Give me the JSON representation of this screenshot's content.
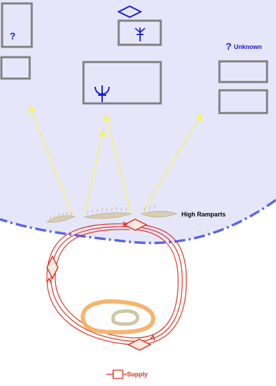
{
  "labels": {
    "ramparts": "High  Ramparts",
    "unknown": "Unknown",
    "unknown_symbol": "?",
    "supply": "Supply"
  },
  "colors": {
    "zone_fill": "#e6e6fb",
    "zone_border": "#5a64e6",
    "unit_box": "#808080",
    "unit_symbol": "#1a1ad6",
    "arrow": "#f3f36a",
    "rampart": "#d8cdb2",
    "supply": "#e03020",
    "terrain_outer": "#f5b56e",
    "terrain_inner": "#cfc6a2"
  },
  "units": [
    {
      "id": "unit-top-left-tall",
      "symbol": "?"
    },
    {
      "id": "unit-left-small",
      "symbol": ""
    },
    {
      "id": "unit-hq-top",
      "symbol": "rocket-icon"
    },
    {
      "id": "unit-center-large",
      "symbol": "trident-icon"
    },
    {
      "id": "unit-right-1",
      "symbol": ""
    },
    {
      "id": "unit-right-2",
      "symbol": ""
    }
  ]
}
